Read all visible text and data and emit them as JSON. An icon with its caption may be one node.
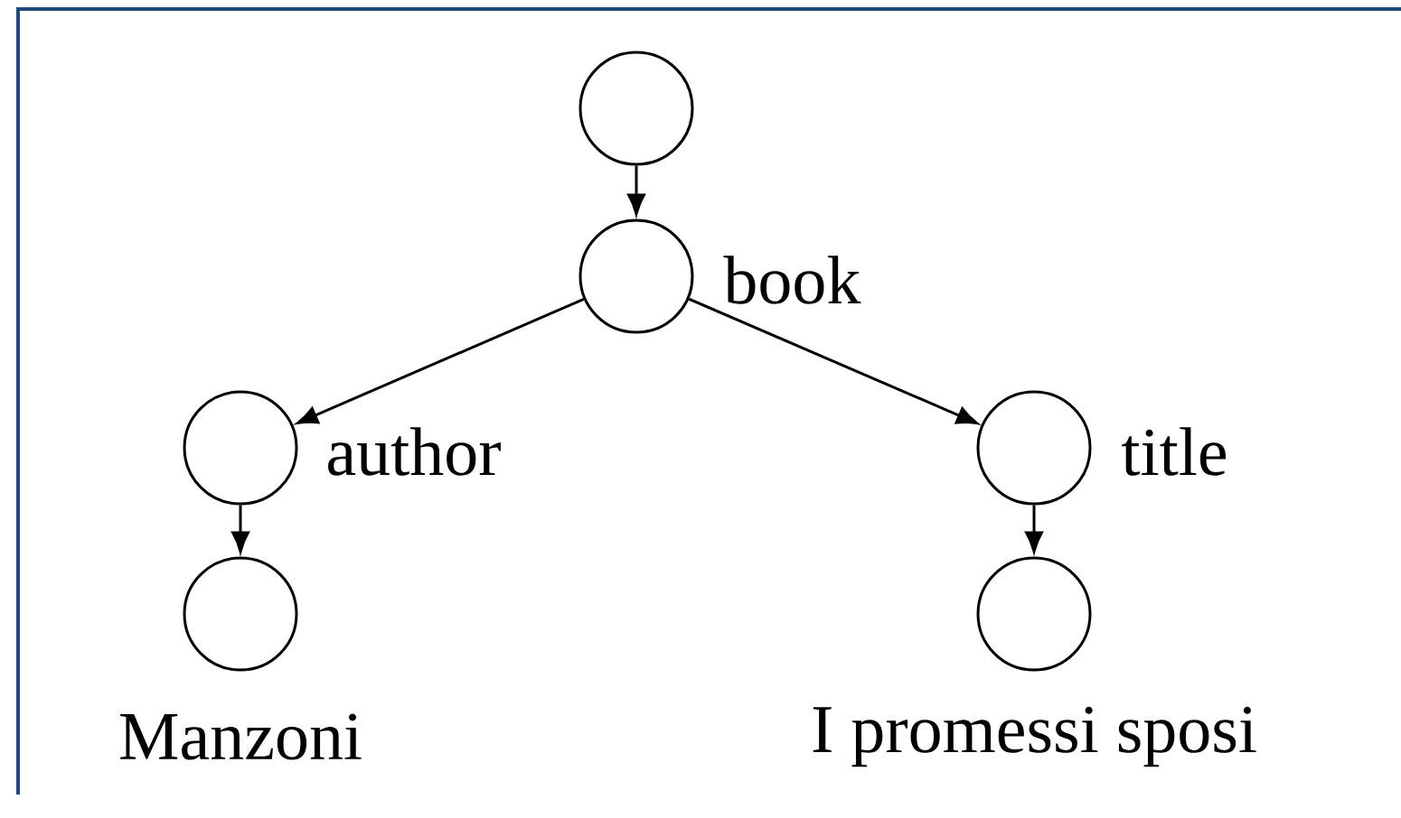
{
  "diagram": {
    "nodes": [
      {
        "text": [],
        "shape": "circle"
      },
      {
        "text": [],
        "shape": "circle",
        "beside": [
          "book"
        ]
      },
      {
        "text": [],
        "shape": "circle",
        "beside": [
          "author"
        ]
      },
      {
        "text": [],
        "shape": "circle",
        "beside": [
          "Manzoni"
        ]
      },
      {
        "text": [],
        "shape": "circle",
        "beside": [
          "title"
        ]
      },
      {
        "text": [],
        "shape": "circle",
        "beside": [
          "I promessi sposi"
        ]
      }
    ],
    "edges": [
      {
        "from": 0,
        "to": 1,
        "arrow": "to"
      },
      {
        "from": 1,
        "to": 2,
        "arrow": "to"
      },
      {
        "from": 1,
        "to": 4,
        "arrow": "to"
      },
      {
        "from": 2,
        "to": 3,
        "arrow": "to"
      },
      {
        "from": 4,
        "to": 5,
        "arrow": "to"
      }
    ]
  }
}
